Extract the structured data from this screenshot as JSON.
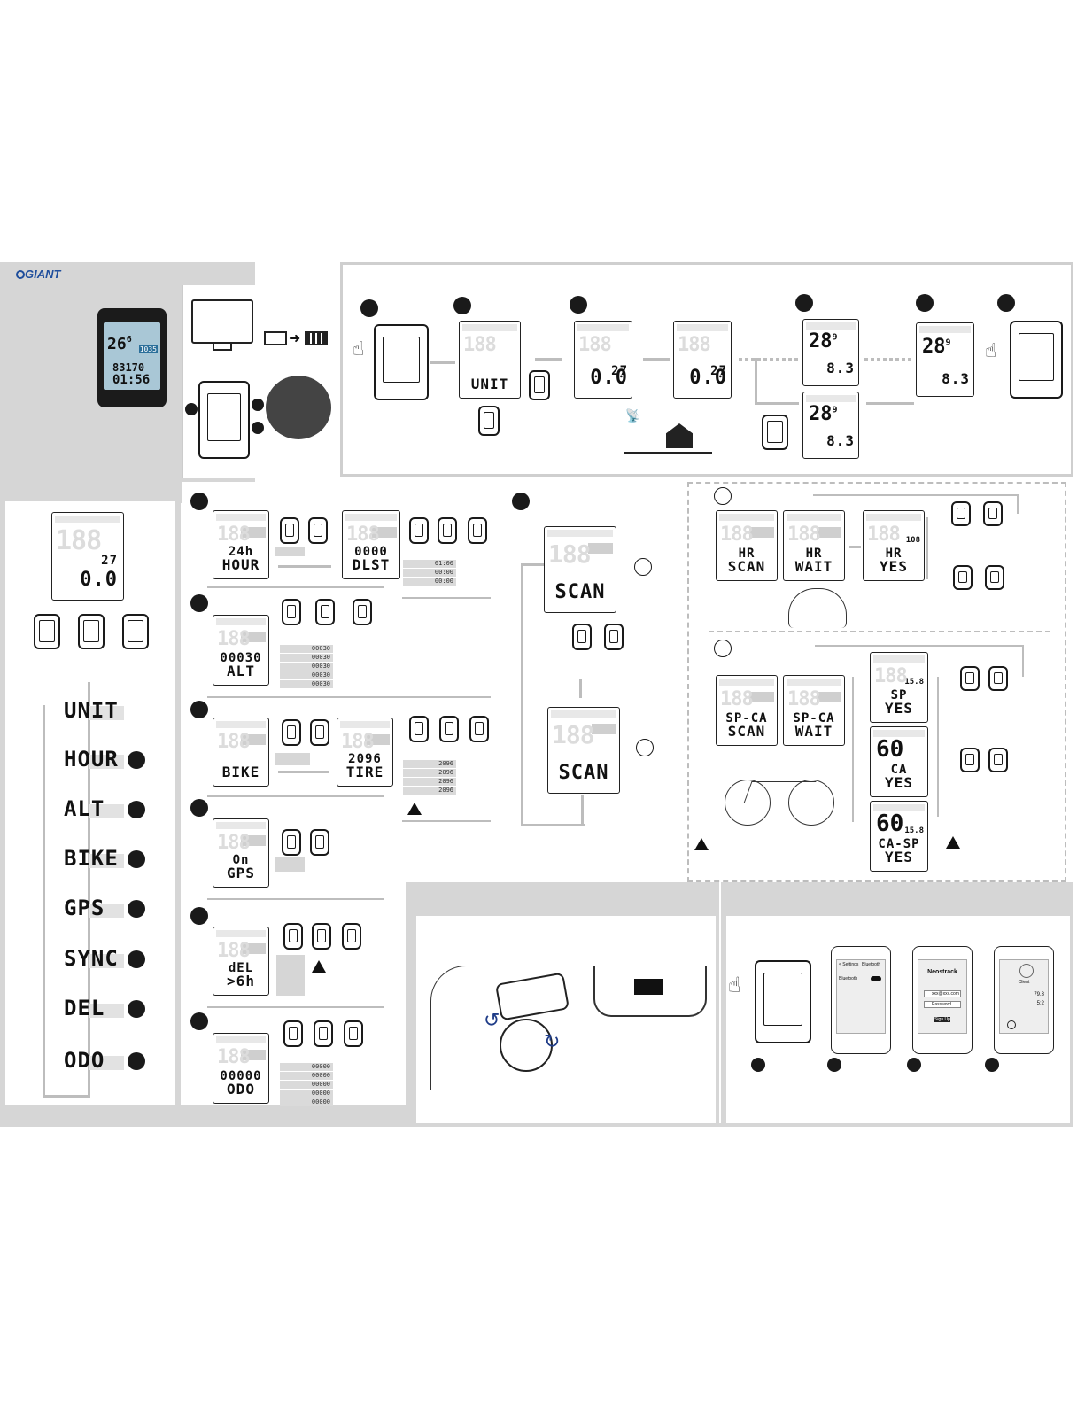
{
  "brand": {
    "logo_text": "GIANT"
  },
  "hero_device": {
    "speed": "26",
    "speed_decimal": "6",
    "value_small": "1035",
    "distance": "83170",
    "time": "01:56"
  },
  "setup_screens": {
    "unit_screen": "UNIT",
    "speed_small": "27",
    "dist_zero": "0.0",
    "speed_big": "28",
    "speed_big_dec": "9",
    "dist_value": "8.3"
  },
  "settings_menu": {
    "items": [
      "UNIT",
      "HOUR",
      "ALT",
      "BIKE",
      "GPS",
      "SYNC",
      "DEL",
      "ODO"
    ]
  },
  "settings_screens": {
    "hour_top": "24h",
    "hour_label": "HOUR",
    "dlst_top": "0000",
    "dlst_label": "DLST",
    "dlst_table": [
      "01:00",
      "00:00",
      "00:00"
    ],
    "alt_top": "00030",
    "alt_label": "ALT",
    "alt_table": [
      "00030",
      "00030",
      "00030",
      "00030",
      "00030"
    ],
    "bike_label": "BIKE",
    "tire_top": "2096",
    "tire_label": "TIRE",
    "tire_table": [
      "2096",
      "2096",
      "2096",
      "2096"
    ],
    "gps_top": "On",
    "gps_label": "GPS",
    "del_top": "dEL",
    "del_label": ">6h",
    "odo_top": "00000",
    "odo_label": "ODO",
    "odo_table": [
      "00000",
      "00000",
      "00000",
      "00000",
      "00000"
    ]
  },
  "sensor_scan": {
    "scan_label": "SCAN",
    "hr_scan_top": "HR",
    "hr_scan": "SCAN",
    "hr_wait_top": "HR",
    "hr_wait": "WAIT",
    "hr_yes_top": "HR",
    "hr_yes": "YES",
    "hr_value": "108",
    "spca_scan_top": "SP-CA",
    "spca_scan": "SCAN",
    "spca_wait_top": "SP-CA",
    "spca_wait": "WAIT",
    "sp_top": "SP",
    "sp_yes": "YES",
    "sp_value": "15.8",
    "ca_big": "60",
    "ca_top": "CA",
    "ca_yes": "YES",
    "casp_big": "60",
    "casp_value": "15.8",
    "casp_top": "CA-SP",
    "casp_yes": "YES"
  },
  "app_screens": {
    "settings_back": "< Settings",
    "bluetooth_title": "Bluetooth",
    "bluetooth_label": "Bluetooth",
    "app_name": "Neostrack",
    "email_placeholder": "xxx@xxx.com",
    "password_placeholder": "Password",
    "signup": "Sign Up",
    "profile_name": "Client",
    "profile_value1": "79.3",
    "profile_value2": "5:2"
  },
  "colors": {
    "accent_grey": "#d6d6d6",
    "ink": "#111111",
    "brand_blue": "#1f4e9c"
  }
}
